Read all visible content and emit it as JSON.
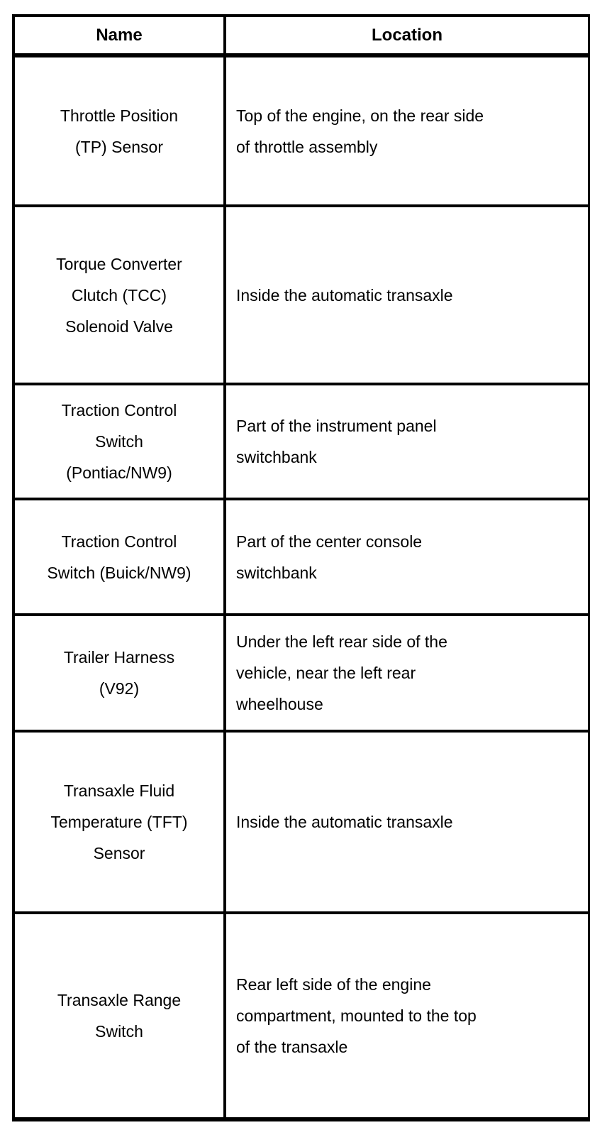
{
  "page": {
    "background_color": "#ffffff",
    "border_color": "#000000",
    "text_color": "#000000"
  },
  "table": {
    "headers": {
      "name": "Name",
      "location": "Location"
    },
    "rows": [
      {
        "name": [
          "Throttle Position",
          "(TP) Sensor"
        ],
        "location": [
          "Top of the engine, on the rear side",
          "of throttle assembly"
        ]
      },
      {
        "name": [
          "Torque Converter",
          "Clutch (TCC)",
          "Solenoid Valve"
        ],
        "location": [
          "Inside the automatic transaxle"
        ]
      },
      {
        "name": [
          "Traction Control",
          "Switch",
          "(Pontiac/NW9)"
        ],
        "location": [
          "Part of the instrument panel",
          "switchbank"
        ]
      },
      {
        "name": [
          "Traction Control",
          "Switch (Buick/NW9)"
        ],
        "location": [
          "Part of the center console",
          "switchbank"
        ]
      },
      {
        "name": [
          "Trailer Harness",
          "(V92)"
        ],
        "location": [
          "Under the left rear side of the",
          "vehicle, near the left rear",
          "wheelhouse"
        ]
      },
      {
        "name": [
          "Transaxle Fluid",
          "Temperature (TFT)",
          "Sensor"
        ],
        "location": [
          "Inside the automatic transaxle"
        ]
      },
      {
        "name": [
          "Transaxle Range",
          "Switch"
        ],
        "location": [
          "Rear left side of the engine",
          "compartment, mounted to the top",
          "of the transaxle"
        ]
      }
    ]
  }
}
